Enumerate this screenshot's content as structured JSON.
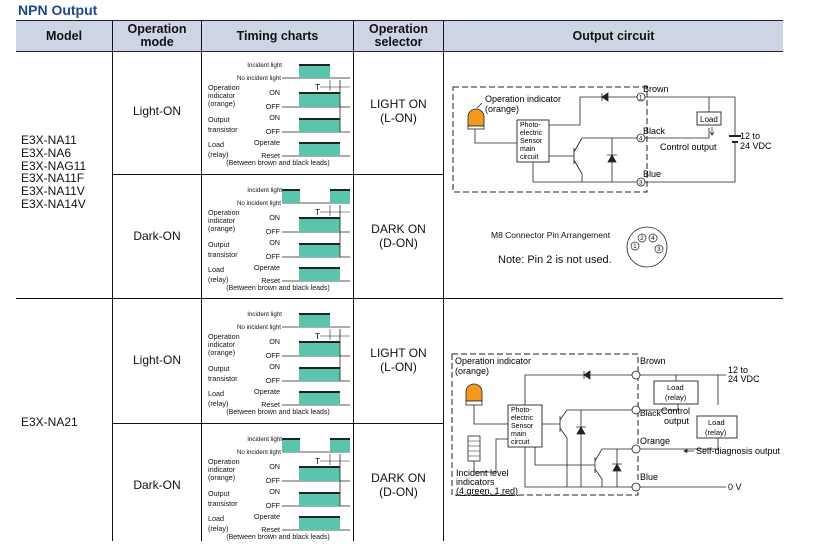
{
  "title": "NPN Output",
  "header": {
    "model": "Model",
    "mode": "Operation mode",
    "timing": "Timing charts",
    "selector": "Operation selector",
    "circuit": "Output circuit"
  },
  "groups": [
    {
      "models": [
        "E3X-NA11",
        "E3X-NA6",
        "E3X-NAG11",
        "E3X-NA11F",
        "E3X-NA11V",
        "E3X-NA14V"
      ],
      "rows": [
        {
          "mode": "Light-ON",
          "selector_line1": "LIGHT ON",
          "selector_line2": "(L-ON)"
        },
        {
          "mode": "Dark-ON",
          "selector_line1": "DARK ON",
          "selector_line2": "(D-ON)"
        }
      ],
      "circuit": {
        "indicator": "Operation indicator",
        "indicator_color": "(orange)",
        "main_circuit": [
          "Photo-",
          "electric",
          "Sensor",
          "main",
          "circuit"
        ],
        "brown": "Brown",
        "black": "Black",
        "blue": "Blue",
        "load": "Load",
        "control_output": "Control output",
        "supply_line1": "12 to",
        "supply_line2": "24 VDC",
        "pins": [
          "1",
          "4",
          "3"
        ],
        "connector_title": "M8 Connector Pin Arrangement",
        "connector_note": "Note: Pin 2 is not used.",
        "connector_pins": [
          "1",
          "2",
          "4",
          "3"
        ]
      }
    },
    {
      "models": [
        "E3X-NA21"
      ],
      "rows": [
        {
          "mode": "Light-ON",
          "selector_line1": "LIGHT ON",
          "selector_line2": "(L-ON)"
        },
        {
          "mode": "Dark-ON",
          "selector_line1": "DARK ON",
          "selector_line2": "(D-ON)"
        }
      ],
      "circuit": {
        "indicator": "Operation indicator",
        "indicator_color": "(orange)",
        "main_circuit": [
          "Photo-",
          "electric",
          "Sensor",
          "main",
          "circuit"
        ],
        "brown": "Brown",
        "black": "Black",
        "orange": "Orange",
        "blue": "Blue",
        "load1_line1": "Load",
        "load1_line2": "(relay)",
        "load2_line1": "Load",
        "load2_line2": "(relay)",
        "control_line1": "Control",
        "control_line2": "output",
        "supply_line1": "12 to",
        "supply_line2": "24 VDC",
        "self_diag": "Self-diagnosis output",
        "zero_v": "0 V",
        "level_line1": "Incident level",
        "level_line2": "indicators",
        "level_line3": "(4 green, 1 red)"
      }
    }
  ],
  "timing": {
    "incident": "Incident light",
    "no_incident": "No incident light",
    "op_ind1": "Operation",
    "op_ind2": "indicator",
    "op_ind3": "(orange)",
    "on": "ON",
    "off": "OFF",
    "output1": "Output",
    "output2": "transistor",
    "load1": "Load",
    "load2": "(relay)",
    "operate": "Operate",
    "reset": "Reset",
    "t": "T",
    "note": "(Between brown and black leads)"
  },
  "colors": {
    "header_bg": "#cdd5e4",
    "title": "#1a4a8a",
    "pulse": "#5bc4ad",
    "indicator": "#f39a1e"
  }
}
